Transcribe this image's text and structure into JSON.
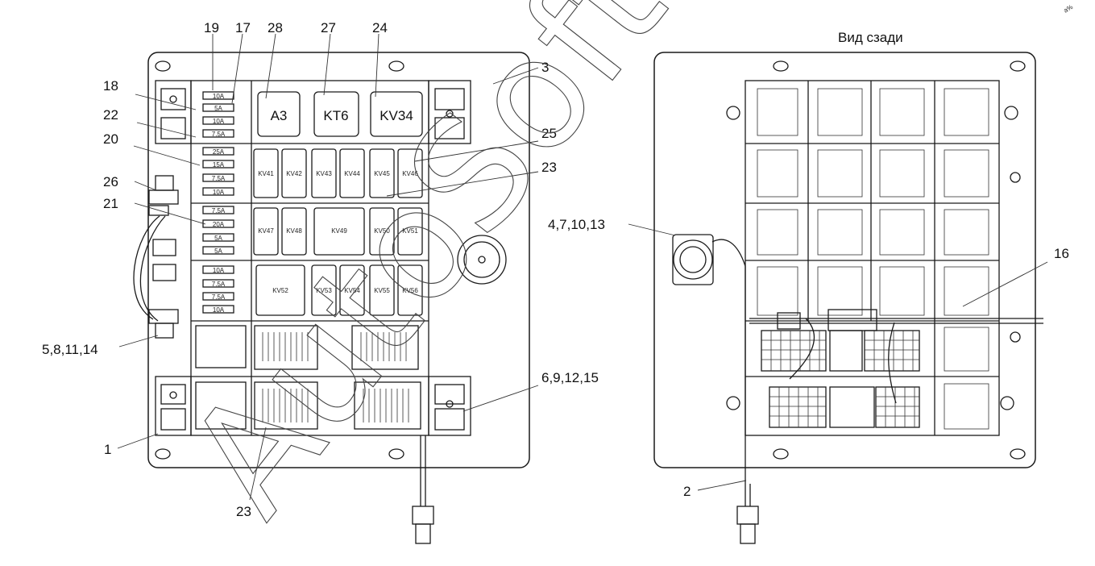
{
  "view_title": "Вид сзади",
  "watermark": "AutoSoft",
  "callouts": {
    "c19": "19",
    "c17": "17",
    "c28": "28",
    "c27": "27",
    "c24": "24",
    "c18": "18",
    "c22": "22",
    "c20": "20",
    "c26": "26",
    "c21": "21",
    "c3": "3",
    "c25": "25",
    "c23a": "23",
    "c23b": "23",
    "c4_7_10_13": "4,7,10,13",
    "c5_8_11_14": "5,8,11,14",
    "c6_9_12_15": "6,9,12,15",
    "c1": "1",
    "c2": "2",
    "c16": "16"
  },
  "large_components": [
    "A3",
    "KT6",
    "KV34"
  ],
  "relay_rows": [
    [
      "KV41",
      "KV42",
      "KV43",
      "KV44",
      "KV45",
      "KV46"
    ],
    [
      "KV47",
      "KV48",
      "KV49",
      "KV50",
      "KV51"
    ],
    [
      "KV52",
      "KV53",
      "KV54",
      "KV55",
      "KV56"
    ]
  ],
  "fuses": [
    "10A",
    "5A",
    "10A",
    "7.5A",
    "25A",
    "15A",
    "7.5A",
    "10A",
    "7.5A",
    "20A",
    "5A",
    "5A",
    "10A",
    "7.5A",
    "7.5A",
    "10A"
  ],
  "corner_mark": "a%"
}
